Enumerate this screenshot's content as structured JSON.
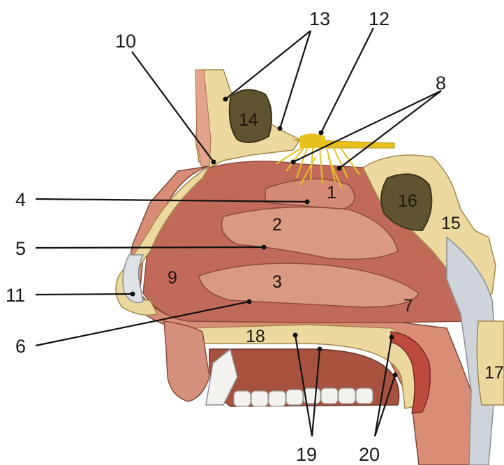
{
  "figure": {
    "labels": [
      "1",
      "2",
      "3",
      "4",
      "5",
      "6",
      "7",
      "8",
      "9",
      "10",
      "11",
      "12",
      "13",
      "14",
      "15",
      "16",
      "17",
      "18",
      "19",
      "20"
    ]
  },
  "colors": {
    "background": "#ffffff",
    "bone": "#ecd9a0",
    "mucosa": "#c26a5a",
    "mucosa_light": "#d98c76",
    "skin_line": "#7a4a3a",
    "nerve": "#e7c21f",
    "sinus_cavity": "#5f5431",
    "cartilage": "#dfe2e6",
    "muscle": "#bd4a3e"
  }
}
